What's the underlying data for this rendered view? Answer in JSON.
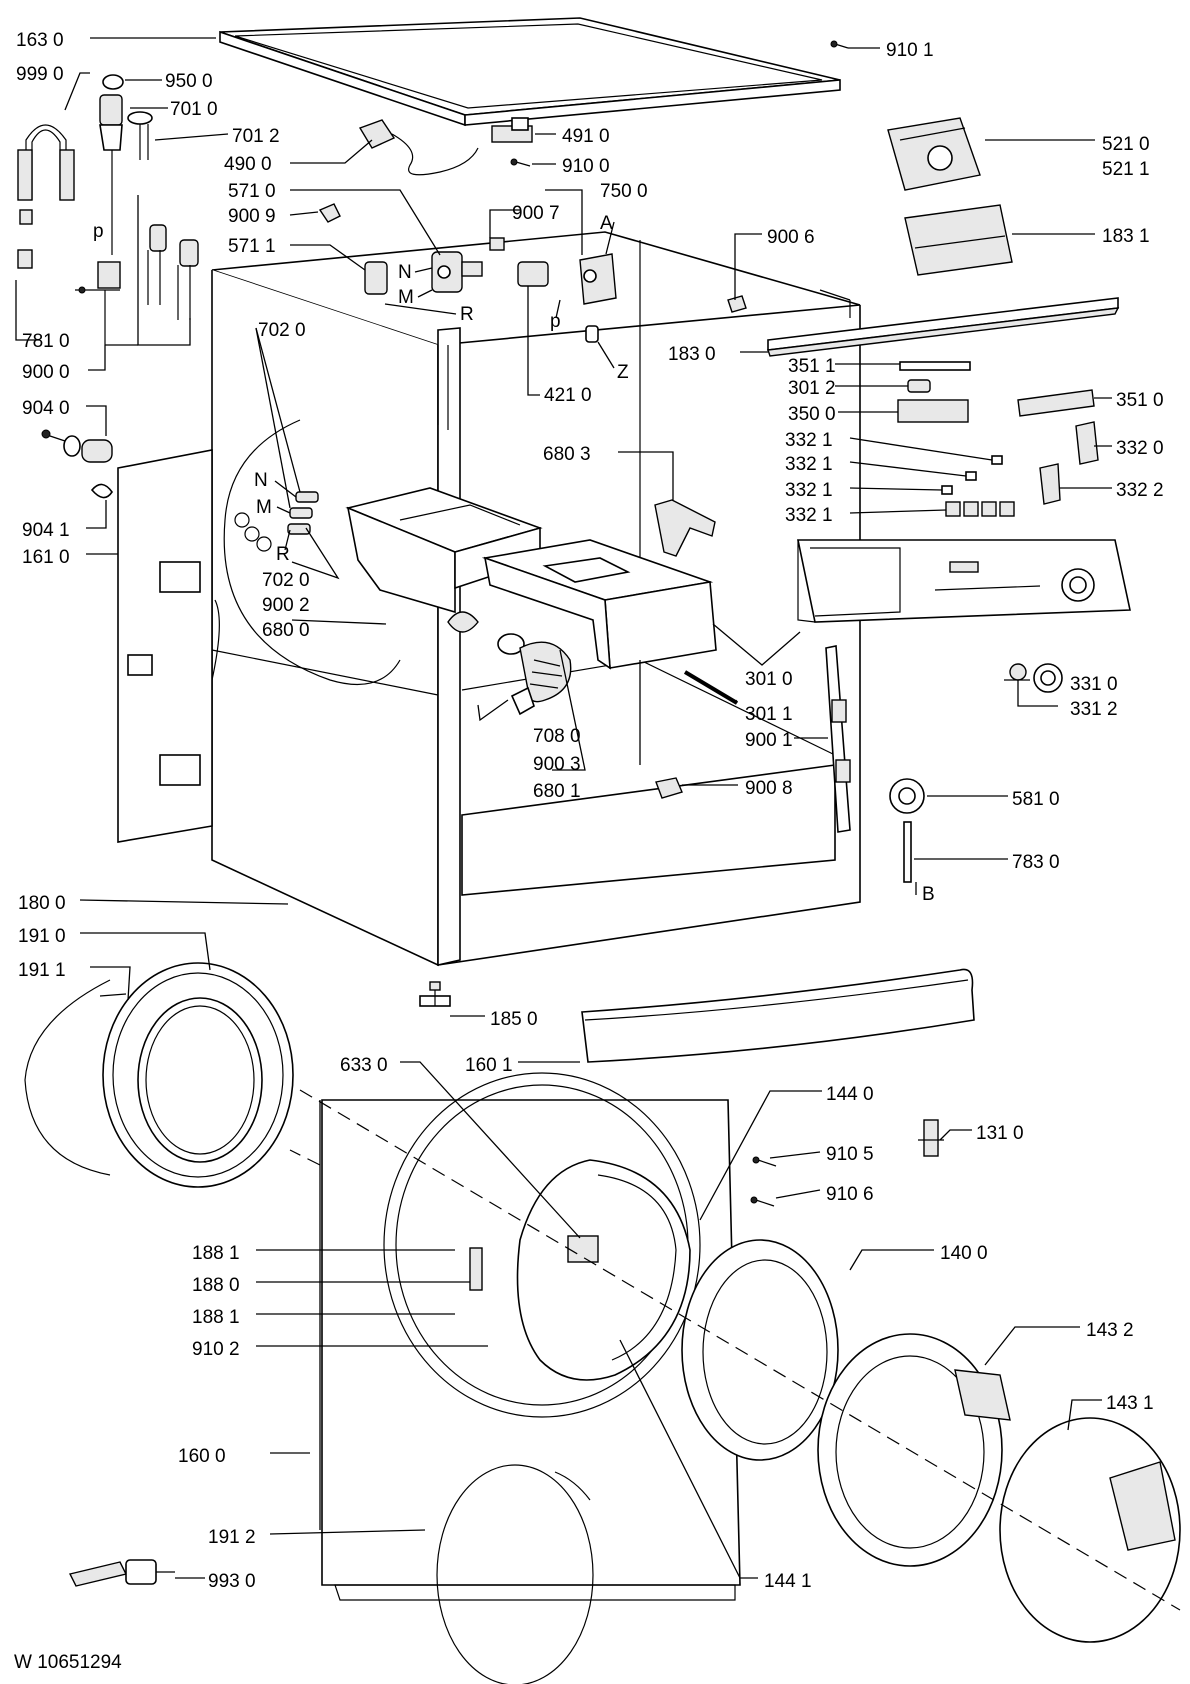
{
  "labels": {
    "p163_0": "163 0",
    "p999_0": "999 0",
    "p950_0": "950 0",
    "p701_0": "701 0",
    "p701_2": "701 2",
    "p490_0": "490 0",
    "p491_0": "491 0",
    "p910_0": "910 0",
    "p910_1": "910 1",
    "p571_0": "571 0",
    "p900_9": "900 9",
    "p571_1": "571 1",
    "p900_7": "900 7",
    "p750_0": "750 0",
    "p900_6": "900 6",
    "p521_0": "521 0",
    "p521_1": "521 1",
    "p183_1": "183 1",
    "p183_0": "183 0",
    "p781_0": "781 0",
    "p900_0": "900 0",
    "p702_0a": "702 0",
    "p421_0": "421 0",
    "p351_1": "351 1",
    "p301_2": "301 2",
    "p350_0": "350 0",
    "p351_0": "351 0",
    "p332_1a": "332 1",
    "p332_1b": "332 1",
    "p332_1c": "332 1",
    "p332_1d": "332 1",
    "p332_0": "332 0",
    "p332_2": "332 2",
    "p904_0": "904 0",
    "p904_1": "904 1",
    "p161_0": "161 0",
    "p680_3": "680 3",
    "p702_0b": "702 0",
    "p900_2": "900 2",
    "p680_0": "680 0",
    "p301_0": "301 0",
    "p301_1": "301 1",
    "p331_0": "331 0",
    "p331_2": "331 2",
    "p708_0": "708 0",
    "p900_3": "900 3",
    "p680_1": "680 1",
    "p900_1": "900 1",
    "p900_8": "900 8",
    "p581_0": "581 0",
    "p783_0": "783 0",
    "p180_0": "180 0",
    "p191_0": "191 0",
    "p191_1": "191 1",
    "p185_0": "185 0",
    "p160_1": "160 1",
    "p633_0": "633 0",
    "p144_0": "144 0",
    "p910_5": "910 5",
    "p131_0": "131 0",
    "p910_6": "910 6",
    "p188_1a": "188 1",
    "p188_0": "188 0",
    "p188_1b": "188 1",
    "p910_2": "910 2",
    "p140_0": "140 0",
    "p143_2": "143 2",
    "p143_1": "143 1",
    "p160_0": "160 0",
    "p191_2": "191 2",
    "p993_0": "993 0",
    "p144_1": "144 1"
  },
  "letters": {
    "p_left": "p",
    "n_top": "N",
    "m_top": "M",
    "r_top": "R",
    "a": "A",
    "p_mid": "p",
    "z": "Z",
    "n_left": "N",
    "m_left": "M",
    "r_left": "R",
    "b": "B"
  },
  "document_code": "W 10651294"
}
